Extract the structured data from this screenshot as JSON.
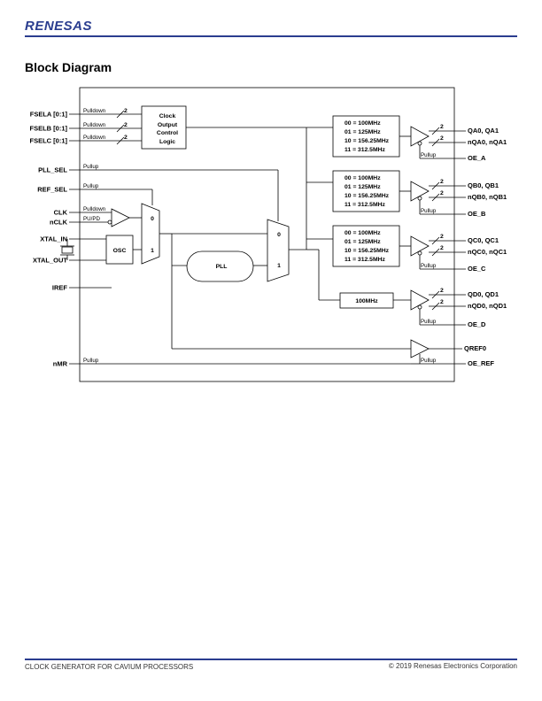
{
  "header": {
    "logo_text": "RENESAS"
  },
  "section": {
    "title": "Block Diagram"
  },
  "footer": {
    "left": "CLOCK GENERATOR FOR CAVIUM PROCESSORS",
    "right": "© 2019 Renesas Electronics Corporation"
  },
  "diagram": {
    "inputs": {
      "fsela": "FSELA [0:1]",
      "fselb": "FSELB [0:1]",
      "fselc": "FSELC [0:1]",
      "pll_sel": "PLL_SEL",
      "ref_sel": "REF_SEL",
      "clk": "CLK",
      "nclk": "nCLK",
      "xtal_in": "XTAL_IN",
      "xtal_out": "XTAL_OUT",
      "iref": "IREF",
      "nmr": "nMR"
    },
    "resistors": {
      "pulldown": "Pulldown",
      "pullup": "Pullup",
      "pupd": "PU/PD"
    },
    "bus_width": "2",
    "logic_block": {
      "line1": "Clock",
      "line2": "Output",
      "line3": "Control",
      "line4": "Logic"
    },
    "osc": "OSC",
    "pll": "PLL",
    "mux_0": "0",
    "mux_1": "1",
    "freq_table": [
      "00 = 100MHz",
      "01 = 125MHz",
      "10 = 156.25MHz",
      "11 = 312.5MHz"
    ],
    "fixed_freq": "100MHz",
    "outputs": {
      "qa": "QA0,  QA1",
      "nqa": "nQA0,  nQA1",
      "oe_a": "OE_A",
      "qb": "QB0,  QB1",
      "nqb": "nQB0,  nQB1",
      "oe_b": "OE_B",
      "qc": "QC0,  QC1",
      "nqc": "nQC0,  nQC1",
      "oe_c": "OE_C",
      "qd": "QD0,  QD1",
      "nqd": "nQD0,  nQD1",
      "oe_d": "OE_D",
      "qref": "QREF0",
      "oe_ref": "OE_REF"
    }
  }
}
